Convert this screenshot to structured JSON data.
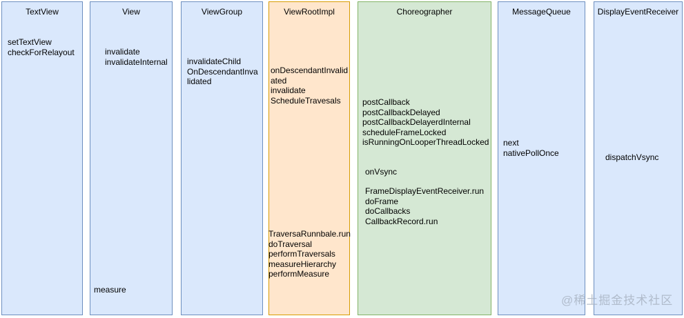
{
  "diagram": {
    "columns": [
      {
        "title": "TextView",
        "theme": "blue",
        "blocks": [
          {
            "text": "setTextView\ncheckForRelayout"
          }
        ]
      },
      {
        "title": "View",
        "theme": "blue",
        "blocks": [
          {
            "text": "invalidate\ninvalidateInternal"
          },
          {
            "text": "measure"
          }
        ]
      },
      {
        "title": "ViewGroup",
        "theme": "blue",
        "blocks": [
          {
            "text": "invalidateChild\nOnDescendantInva\nlidated"
          }
        ]
      },
      {
        "title": "ViewRootImpl",
        "theme": "orange",
        "blocks": [
          {
            "text": "onDescendantInvalid\nated\ninvalidate\nScheduleTravesals"
          },
          {
            "text": "TraversaRunnbale.run\ndoTraversal\nperformTraversals\nmeasureHierarchy\nperformMeasure"
          }
        ]
      },
      {
        "title": "Choreographer",
        "theme": "green",
        "blocks": [
          {
            "text": "postCallback\npostCallbackDelayed\npostCallbackDelayerdInternal\nscheduleFrameLocked\nisRunningOnLooperThreadLocked"
          },
          {
            "text": "onVsync"
          },
          {
            "text": "FrameDisplayEventReceiver.run\ndoFrame\ndoCallbacks\nCallbackRecord.run"
          }
        ]
      },
      {
        "title": "MessageQueue",
        "theme": "blue",
        "blocks": [
          {
            "text": "next\nnativePollOnce"
          }
        ]
      },
      {
        "title": "DisplayEventReceiver",
        "theme": "blue",
        "blocks": [
          {
            "text": "dispatchVsync"
          }
        ]
      }
    ]
  },
  "watermark": {
    "text": "@稀土掘金技术社区"
  },
  "colors": {
    "blue_fill": "#dae8fc",
    "blue_stroke": "#6c8ebf",
    "orange_fill": "#ffe6cc",
    "orange_stroke": "#d79b00",
    "green_fill": "#d5e8d4",
    "green_stroke": "#82b366",
    "text": "#000000",
    "watermark": "#a9b4c3"
  }
}
